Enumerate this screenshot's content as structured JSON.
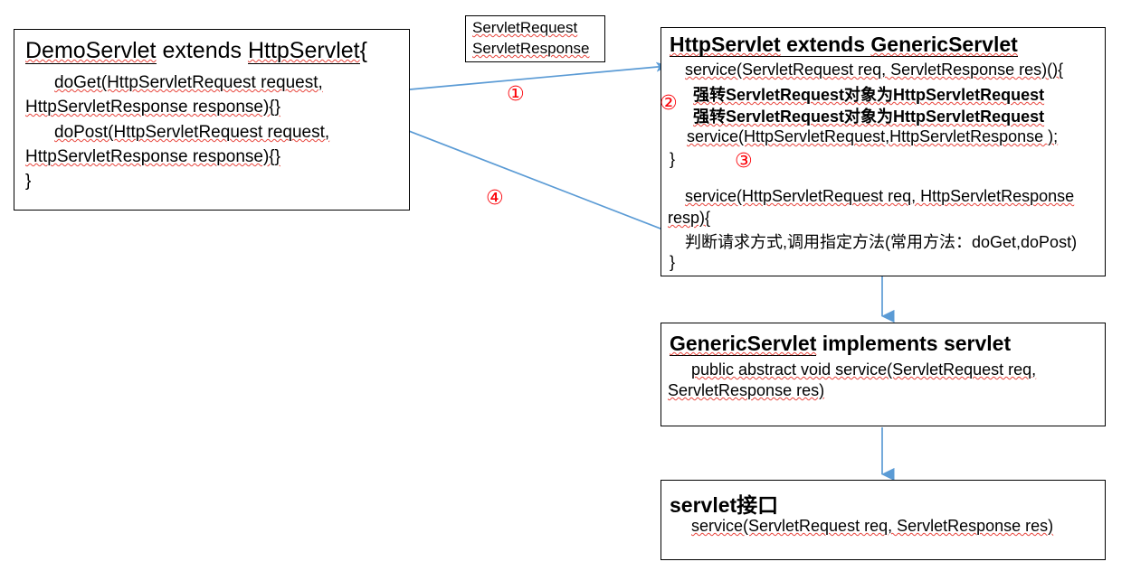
{
  "diagram": {
    "title": "Servlet inheritance hierarchy diagram",
    "accent_blue": "#5B9BD5",
    "number_red": "#FB0007",
    "spellcheck_red": "#E8453C",
    "box_border": "#000000"
  },
  "boxes": {
    "demo_servlet": {
      "name": "DemoServlet",
      "heading": "DemoServlet  extends HttpServlet{",
      "heading_parts": [
        "DemoServlet",
        "  extends ",
        "HttpServlet",
        "{"
      ],
      "lines": [
        "doGet(HttpServletRequest request,",
        "HttpServletResponse response){}",
        "doPost(HttpServletRequest request,",
        "HttpServletResponse response){}",
        "}"
      ]
    },
    "servlet_io": {
      "name": "ServletRequest / ServletResponse",
      "lines": [
        "ServletRequest",
        "ServletResponse"
      ]
    },
    "http_servlet": {
      "name": "HttpServlet",
      "heading": "HttpServlet extends GenericServlet",
      "heading_parts": [
        "HttpServlet",
        " extends ",
        "GenericServlet"
      ],
      "lines": [
        "service(ServletRequest req, ServletResponse res)(){",
        "强转ServletRequest对象为HttpServletRequest",
        "强转ServletRequest对象为HttpServletRequest",
        "service(HttpServletRequest,HttpServletResponse );",
        "}",
        "service(HttpServletRequest req, HttpServletResponse",
        "resp){",
        "判断请求方式,调用指定方法(常用方法：doGet,doPost)",
        "}"
      ]
    },
    "generic_servlet": {
      "name": "GenericServlet",
      "heading": "GenericServlet  implements  servlet",
      "heading_parts": [
        "GenericServlet",
        "  implements  servlet"
      ],
      "lines": [
        "public abstract void service(ServletRequest req,",
        "ServletResponse res)"
      ]
    },
    "servlet_interface": {
      "name": "servlet接口",
      "heading": "servlet接口",
      "heading_parts": [
        "servlet",
        "接口"
      ],
      "lines": [
        "service(ServletRequest req, ServletResponse res)"
      ]
    }
  },
  "annotations": {
    "marker_1": "①",
    "marker_2": "②",
    "marker_3": "③",
    "marker_4": "④",
    "marker_1_label": "1",
    "marker_2_label": "2",
    "marker_3_label": "3",
    "marker_4_label": "4"
  },
  "connectors": [
    {
      "name": "demo-to-httpservlet-call",
      "marker": "①",
      "from": "DemoServlet",
      "to": "HttpServlet.service"
    },
    {
      "name": "httpservlet-cast-step",
      "marker": "②",
      "from": "HttpServlet.service",
      "to": "HttpServlet.service-http"
    },
    {
      "name": "httpservlet-dispatch-step",
      "marker": "③",
      "from": "HttpServlet.service-http",
      "to": "HttpServlet.service-resp"
    },
    {
      "name": "httpservlet-to-demo-return",
      "marker": "④",
      "from": "HttpServlet.doGet-doPost",
      "to": "DemoServlet"
    },
    {
      "name": "httpservlet-extends-genericservlet",
      "marker": "",
      "from": "HttpServlet",
      "to": "GenericServlet"
    },
    {
      "name": "genericservlet-implements-servlet",
      "marker": "",
      "from": "GenericServlet",
      "to": "servlet接口"
    }
  ]
}
